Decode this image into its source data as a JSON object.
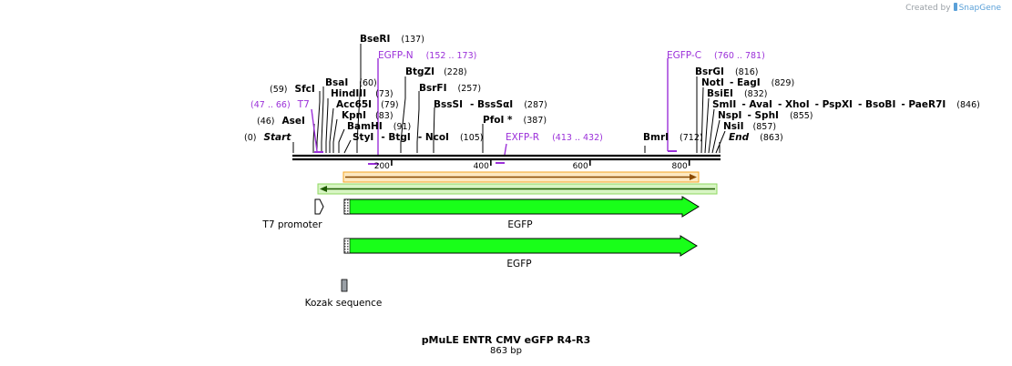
{
  "watermark": {
    "created_by": "Created by",
    "brand": "SnapGene"
  },
  "map": {
    "title": "pMuLE ENTR CMV eGFP R4-R3",
    "length_label": "863 bp",
    "length_bp": 863,
    "start_label": "Start",
    "start_pos": "(0)",
    "end_label": "End",
    "end_pos": "(863)",
    "ticks": [
      200,
      400,
      600,
      800
    ]
  },
  "colors": {
    "sequence_line": "#000000",
    "primer": "#9b30d9",
    "egfp_fill": "#19ff19",
    "orange_feature": "#f5a623",
    "green_feature": "#8fd860",
    "kozak_fill": "#9aa0a6"
  },
  "enzymes": [
    {
      "name": "BseRI",
      "pos": "(137)"
    },
    {
      "name": "BtgZI",
      "pos": "(228)"
    },
    {
      "name": "SfcI",
      "pos": "(59)"
    },
    {
      "name": "BsaI",
      "pos": "(60)"
    },
    {
      "name": "BsrFI",
      "pos": "(257)"
    },
    {
      "name": "HindIII",
      "pos": "(73)"
    },
    {
      "name": "Acc65I",
      "pos": "(79)"
    },
    {
      "name": "BssSI",
      "pos": ""
    },
    {
      "name": "BssSαI",
      "pos": "(287)"
    },
    {
      "name": "AseI",
      "pos": "(46)"
    },
    {
      "name": "KpnI",
      "pos": "(83)"
    },
    {
      "name": "PfoI *",
      "pos": "(387)"
    },
    {
      "name": "BamHI",
      "pos": "(91)"
    },
    {
      "name": "StyI",
      "pos": ""
    },
    {
      "name": "BtgI",
      "pos": ""
    },
    {
      "name": "NcoI",
      "pos": "(105)"
    },
    {
      "name": "BmrI",
      "pos": "(712)"
    },
    {
      "name": "BsrGI",
      "pos": "(816)"
    },
    {
      "name": "NotI",
      "pos": ""
    },
    {
      "name": "EagI",
      "pos": "(829)"
    },
    {
      "name": "BsiEI",
      "pos": "(832)"
    },
    {
      "name": "SmII",
      "pos": ""
    },
    {
      "name": "AvaI",
      "pos": ""
    },
    {
      "name": "XhoI",
      "pos": ""
    },
    {
      "name": "PspXI",
      "pos": ""
    },
    {
      "name": "BsoBI",
      "pos": ""
    },
    {
      "name": "PaeR7I",
      "pos": "(846)"
    },
    {
      "name": "NspI",
      "pos": ""
    },
    {
      "name": "SphI",
      "pos": "(855)"
    },
    {
      "name": "NsiI",
      "pos": "(857)"
    }
  ],
  "primers": [
    {
      "name": "EGFP-N",
      "range": "(152 .. 173)"
    },
    {
      "name": "T7",
      "range": "(47 .. 66)"
    },
    {
      "name": "EXFP-R",
      "range": "(413 .. 432)"
    },
    {
      "name": "EGFP-C",
      "range": "(760 .. 781)"
    }
  ],
  "features": [
    {
      "name": "T7 promoter"
    },
    {
      "name": "EGFP"
    },
    {
      "name": "EGFP"
    },
    {
      "name": "Kozak sequence"
    }
  ]
}
